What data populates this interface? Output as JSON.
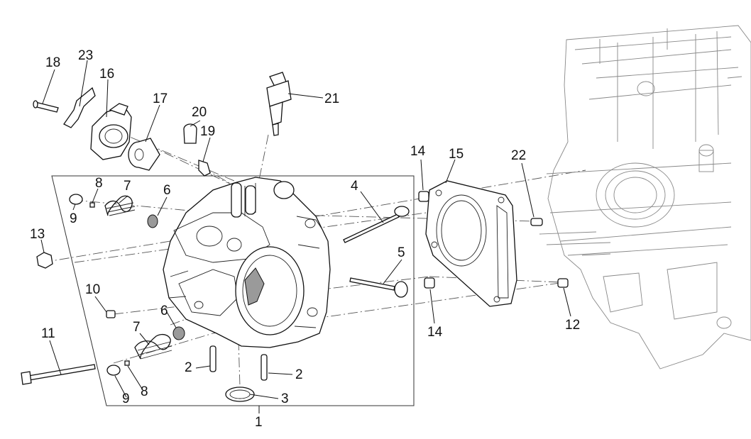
{
  "diagram": {
    "callouts": {
      "c1": "1",
      "c2a": "2",
      "c2b": "2",
      "c3": "3",
      "c4": "4",
      "c5": "5",
      "c6a": "6",
      "c6b": "6",
      "c7a": "7",
      "c7b": "7",
      "c8a": "8",
      "c8b": "8",
      "c9a": "9",
      "c9b": "9",
      "c10": "10",
      "c11": "11",
      "c12": "12",
      "c13": "13",
      "c14a": "14",
      "c14b": "14",
      "c15": "15",
      "c16": "16",
      "c17": "17",
      "c18": "18",
      "c19": "19",
      "c20": "20",
      "c21": "21",
      "c22": "22",
      "c23": "23"
    }
  }
}
